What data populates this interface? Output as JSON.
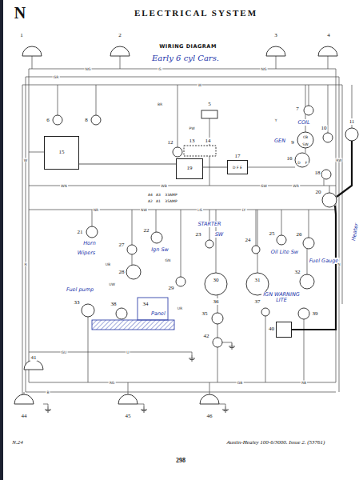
{
  "diagram": {
    "title": "WIRING DIAGRAM",
    "nodes": [
      {
        "text": [
          "15"
        ]
      },
      {
        "text": [
          "17",
          "D F E"
        ]
      },
      {
        "text": [
          "19"
        ]
      },
      {
        "text": [
          "40"
        ]
      }
    ],
    "edges": [
      {
        "from": 0,
        "to": 2,
        "arrow": "none"
      },
      {
        "from": 2,
        "to": 1,
        "arrow": "none"
      }
    ],
    "labels": [
      "N",
      "ELECTRICAL SYSTEM",
      "Early 6 cyl Cars.",
      "1",
      "2",
      "3",
      "4",
      "5",
      "6",
      "7",
      "8",
      "9",
      "10",
      "11",
      "12",
      "13",
      "14",
      "16",
      "18",
      "20",
      "21",
      "22",
      "23",
      "24",
      "25",
      "26",
      "27",
      "28",
      "29",
      "30",
      "31",
      "32",
      "33",
      "34",
      "35",
      "36",
      "37",
      "38",
      "39",
      "41",
      "42",
      "44",
      "45",
      "46",
      "CB",
      "SW",
      "D",
      "F",
      "A4",
      "A3",
      "33AMP",
      "A2",
      "A1",
      "35AMP",
      "GEN",
      "COIL",
      "Heater",
      "Horn",
      "Wipers",
      "Ign Sw",
      "STARTER",
      "SW",
      "Oil Lite Sw",
      "Fuel pump",
      "Panel",
      "IGN WARNING LITE",
      "Fuel Gauge",
      "NG",
      "G",
      "NG",
      "GR",
      "W",
      "W",
      "R",
      "WN",
      "GW",
      "LG",
      "NR",
      "RG",
      "B",
      "UB",
      "UW",
      "GN",
      "WR",
      "GB",
      "LY",
      "UR",
      "RW",
      "N",
      "BR",
      "Y",
      "WB",
      "NW",
      "U",
      "RB",
      "GU",
      "PW",
      "N.24",
      "298",
      "Austin-Healey 100-6/3000. Issue 2. (53761)"
    ]
  }
}
